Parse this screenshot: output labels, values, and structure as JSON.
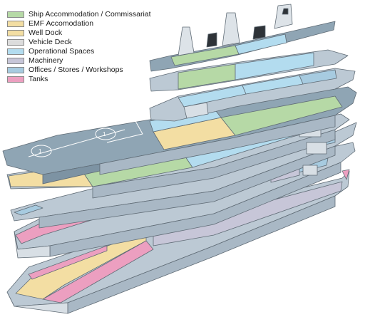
{
  "legend": [
    {
      "label": "Ship Accommodation / Commissariat",
      "color": "#b6d9a6"
    },
    {
      "label": "EMF Accomodation",
      "color": "#f3dea3"
    },
    {
      "label": "Well Dock",
      "color": "#f3dea3"
    },
    {
      "label": "Vehicle Deck",
      "color": "#dcdcdc"
    },
    {
      "label": "Operational Spaces",
      "color": "#b3dcef"
    },
    {
      "label": "Machinery",
      "color": "#c7c6d8"
    },
    {
      "label": "Offices / Stores / Workshops",
      "color": "#a7cbe0"
    },
    {
      "label": "Tanks",
      "color": "#ec9fc0"
    }
  ],
  "colors": {
    "hull": "#bcc9d4",
    "hull_dark": "#8fa4b5",
    "flight_deck": "#8fa5b4",
    "outline": "#5f6b75"
  }
}
